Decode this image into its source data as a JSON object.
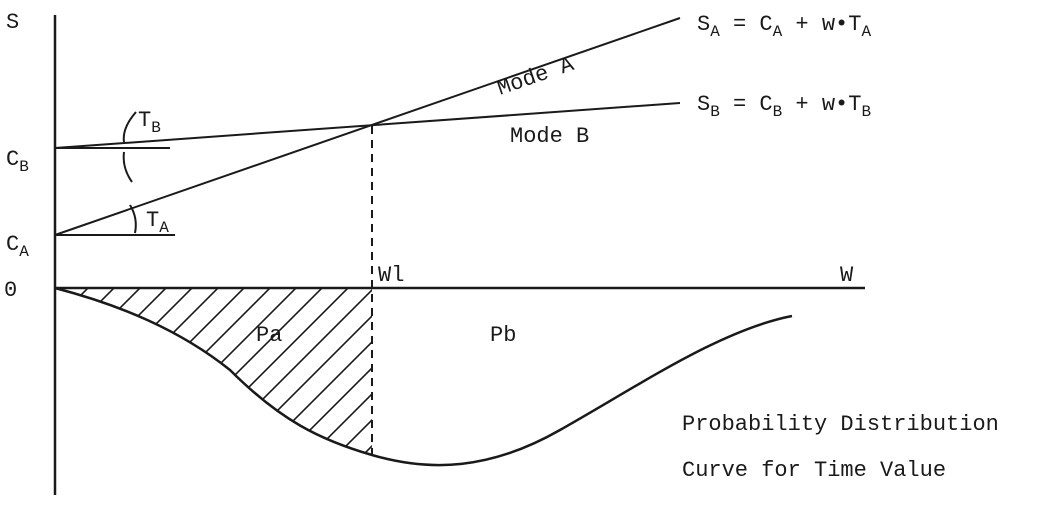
{
  "labels": {
    "axis_s": "S",
    "cb": "C",
    "cb_sub": "B",
    "ca": "C",
    "ca_sub": "A",
    "zero": "0",
    "tb": "T",
    "tb_sub": "B",
    "ta": "T",
    "ta_sub": "A",
    "mode_a": "Mode A",
    "mode_b": "Mode B",
    "wl": "Wl",
    "w": "W",
    "pa": "Pa",
    "pb": "Pb",
    "caption_line1": "Probability Distribution",
    "caption_line2": "Curve for Time Value"
  },
  "equations": {
    "sa": {
      "lhs": "S",
      "lhs_sub": "A",
      "eq": " = C",
      "c_sub": "A",
      "rest": " + w•T",
      "t_sub": "A"
    },
    "sb": {
      "lhs": "S",
      "lhs_sub": "B",
      "eq": " = C",
      "c_sub": "B",
      "rest": " + w•T",
      "t_sub": "B"
    }
  }
}
